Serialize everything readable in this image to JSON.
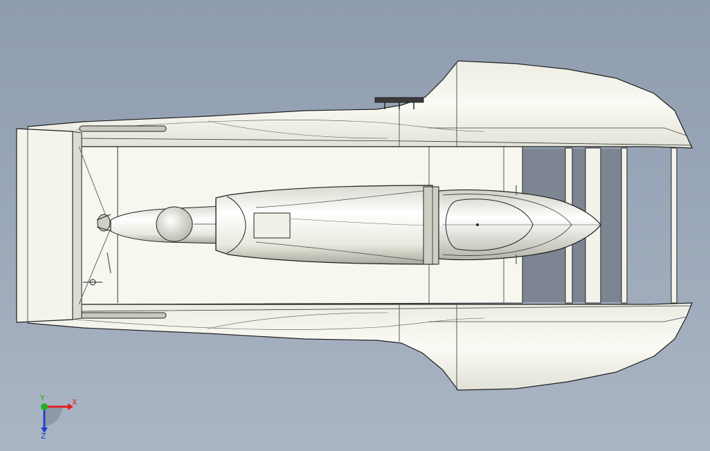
{
  "viewport": {
    "background_top": "#8f9cae",
    "background_bottom": "#aab5c4"
  },
  "model": {
    "body_fill": "#f5f5ec",
    "edge_color": "#1e1e1e",
    "shade_color": "#b9b9ad"
  },
  "triad": {
    "x_label": "X",
    "y_label": "Y",
    "z_label": "Z",
    "x_color": "#e02020",
    "y_color": "#22b022",
    "z_color": "#2040d0"
  }
}
